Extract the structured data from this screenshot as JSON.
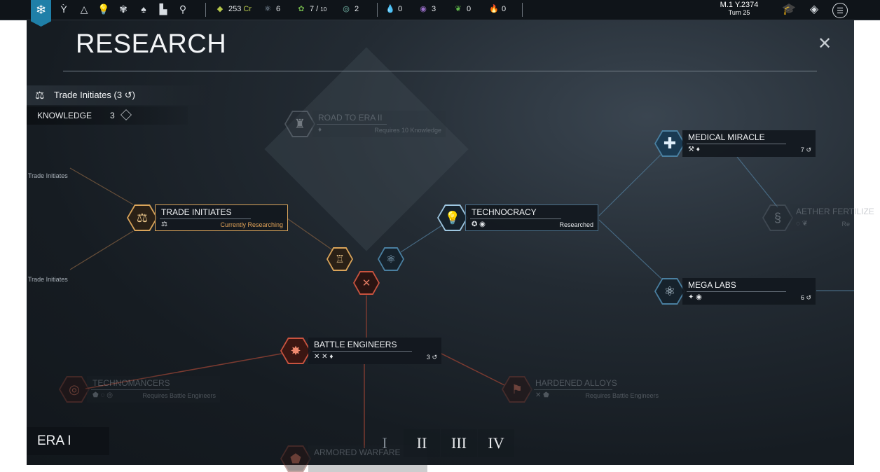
{
  "topbar": {
    "icons": [
      "empire-icon",
      "population-icon",
      "influence-icon",
      "science-icon",
      "approval-icon",
      "military-icon",
      "stats-icon",
      "search-icon"
    ],
    "resources": [
      {
        "icon": "credits-icon",
        "value": "253",
        "unit": "Cr"
      },
      {
        "icon": "knowledge-icon",
        "value": "6"
      },
      {
        "icon": "food-icon",
        "value": "7",
        "cap": "10"
      },
      {
        "icon": "wind-icon",
        "value": "2"
      },
      {
        "icon": "water-icon",
        "value": "0"
      },
      {
        "icon": "eye-icon",
        "value": "3"
      },
      {
        "icon": "leaf-icon",
        "value": "0"
      },
      {
        "icon": "fire-icon",
        "value": "0"
      }
    ],
    "date": "M.1 Y.2374",
    "turn": "Turn 25",
    "right_icons": [
      "academy-icon",
      "layers-icon",
      "menu-icon"
    ]
  },
  "header": {
    "title": "RESEARCH"
  },
  "current": {
    "label": "Trade Initiates (3",
    "knowledge_label": "KNOWLEDGE",
    "knowledge_value": "3"
  },
  "side_labels": [
    "Trade Initiates",
    "Trade Initiates"
  ],
  "nodes": {
    "road": {
      "name": "ROAD TO ERA II",
      "req": "Requires 10 Knowledge"
    },
    "trade": {
      "name": "TRADE INITIATES",
      "status": "Currently Researching"
    },
    "techno": {
      "name": "TECHNOCRACY",
      "status": "Researched"
    },
    "medical": {
      "name": "MEDICAL MIRACLE",
      "turns": "7"
    },
    "aether": {
      "name": "AETHER FERTILIZE",
      "status": "Re"
    },
    "mega": {
      "name": "MEGA LABS",
      "turns": "6"
    },
    "battle": {
      "name": "BATTLE ENGINEERS",
      "turns": "3"
    },
    "technomancers": {
      "name": "TECHNOMANCERS",
      "req": "Requires Battle Engineers"
    },
    "hardened": {
      "name": "HARDENED ALLOYS",
      "req": "Requires Battle Engineers"
    },
    "armored": {
      "name": "ARMORED WARFARE"
    }
  },
  "era": {
    "current": "ERA I",
    "tabs": [
      "I",
      "II",
      "III",
      "IV"
    ]
  },
  "colors": {
    "accent_blue": "#1f7fa8",
    "accent_gold": "#d9a45a",
    "accent_red": "#c9533f",
    "line_blue": "#4a7fa0",
    "line_red": "#7a3a30"
  }
}
